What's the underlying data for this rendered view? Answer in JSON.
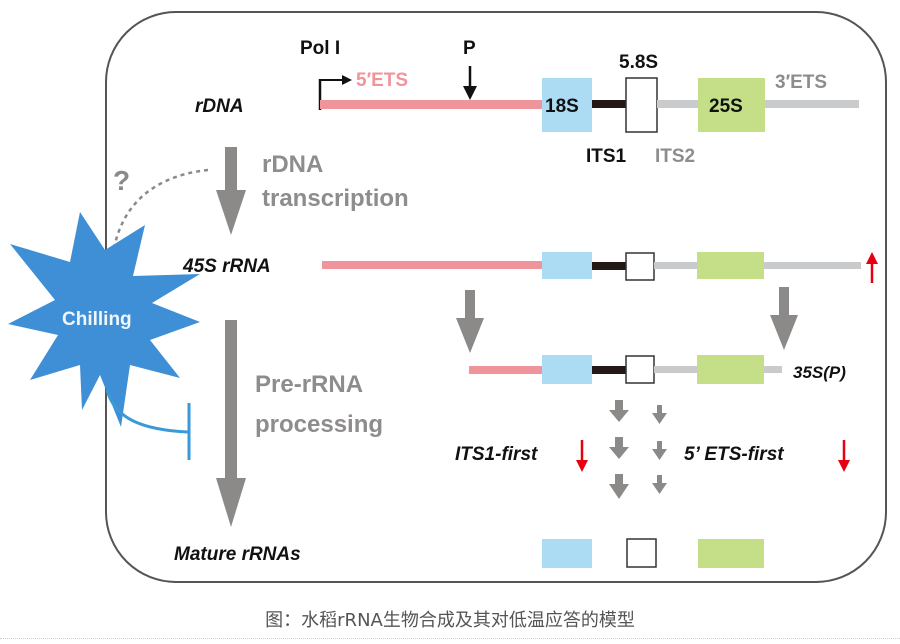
{
  "colors": {
    "ets5": "#f0949b",
    "s18": "#abdcf3",
    "its1": "#231815",
    "its2": "#c9cacb",
    "s25": "#c4df87",
    "arrow_grey": "#8c8989",
    "text_grey": "#8f8c8c",
    "chilling": "#3e8fd5",
    "inhibit": "#3a9ad8",
    "red": "#e60012",
    "frame": "#555555"
  },
  "labels": {
    "pol": "Pol I",
    "p": "P",
    "ets5": "5′ETS",
    "s18": "18S",
    "s58": "5.8S",
    "s25": "25S",
    "ets3": "3′ETS",
    "its1": "ITS1",
    "its2": "ITS2",
    "rdna": "rDNA",
    "rdna_transcription_1": "rDNA",
    "rdna_transcription_2": "transcription",
    "rrna45": "45S rRNA",
    "question": "?",
    "chilling": "Chilling",
    "preproc_1": "Pre-rRNA",
    "preproc_2": "processing",
    "s35p": "35S(P)",
    "its1_first": "ITS1-first",
    "ets5_first": "5’ ETS-first",
    "mature": "Mature rRNAs"
  },
  "regulation": {
    "rrna45": "up",
    "its1_first": "down",
    "ets5_first": "down",
    "chilling_on_processing": "inhibits",
    "chilling_on_transcription": "unknown"
  },
  "caption": "图：水稻rRNA生物合成及其对低温应答的模型"
}
